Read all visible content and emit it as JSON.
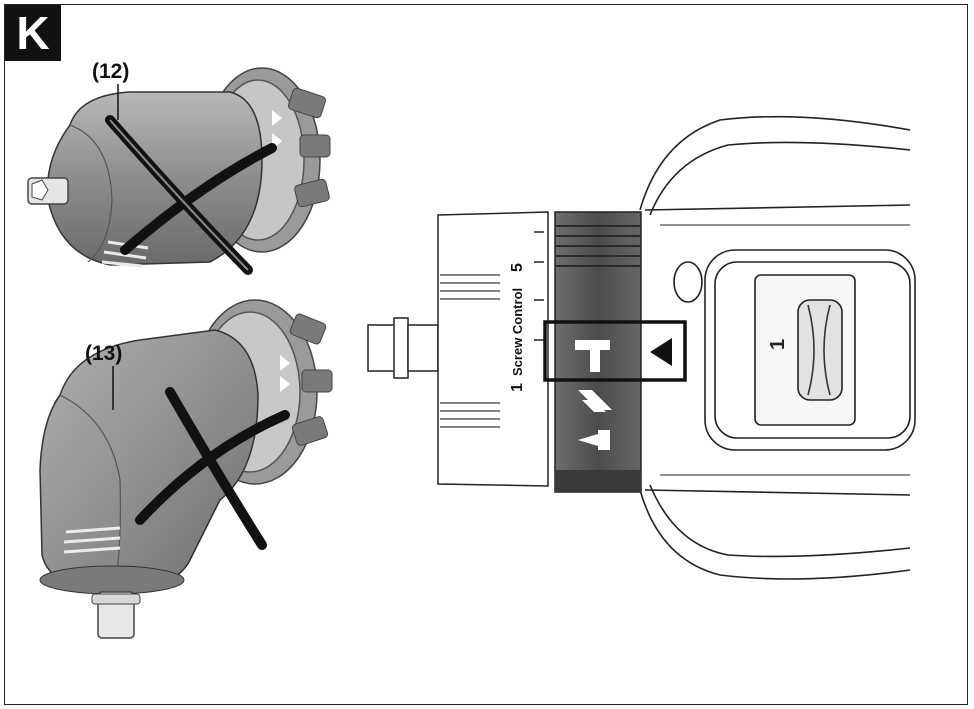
{
  "panel": {
    "letter": "K"
  },
  "callouts": {
    "item12": "(12)",
    "item13": "(13)"
  },
  "dial": {
    "brand_label": "Screw Control",
    "scale_min": "1",
    "scale_max": "5",
    "mode_numeral": "1"
  },
  "colors": {
    "cross_mark": "#111111",
    "attachment_body": "#8c8c8c",
    "collar_dark": "#555555",
    "selection_frame": "#111111"
  },
  "icons": [
    "cross-mark-icon",
    "hammer-drill-icon",
    "drill-icon",
    "screwdriver-icon",
    "pointer-triangle-icon"
  ]
}
